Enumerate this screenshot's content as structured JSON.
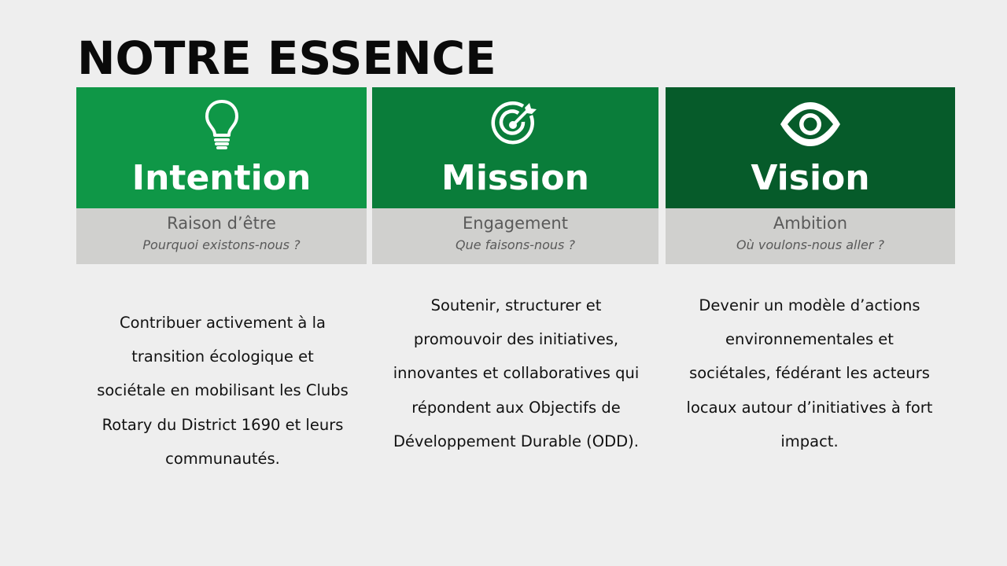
{
  "title": "NOTRE ESSENCE",
  "columns": [
    {
      "heading": "Intention",
      "icon": "lightbulb-icon",
      "subtitle": "Raison d’être",
      "question": "Pourquoi existons-nous ?",
      "text": "Contribuer activement à la transition écologique et sociétale en mobilisant les Clubs Rotary du District 1690 et leurs communautés.",
      "color": "#0f9747"
    },
    {
      "heading": "Mission",
      "icon": "target-icon",
      "subtitle": "Engagement",
      "question": "Que faisons-nous ?",
      "text": "Soutenir, structurer et promouvoir des initiatives, innovantes et collaboratives qui répondent aux Objectifs de Développement Durable (ODD).",
      "color": "#0a7d3a"
    },
    {
      "heading": "Vision",
      "icon": "eye-icon",
      "subtitle": "Ambition",
      "question": "Où voulons-nous aller ?",
      "text": "Devenir un modèle d’actions environnementales et sociétales, fédérant les acteurs locaux autour d’initiatives à fort impact.",
      "color": "#065b2a"
    }
  ],
  "colors": {
    "background": "#eeeeee",
    "subtitle_band": "#d0d0ce"
  }
}
